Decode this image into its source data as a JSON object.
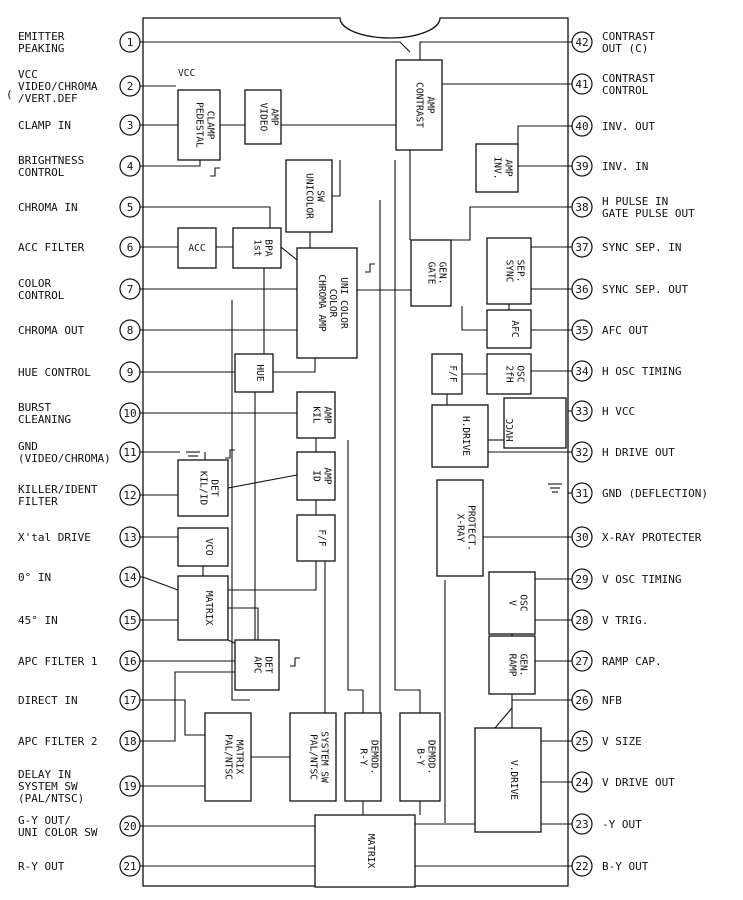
{
  "left_pins": [
    {
      "num": "1",
      "lines": [
        "EMITTER",
        "PEAKING"
      ]
    },
    {
      "num": "2",
      "lines": [
        "VCC",
        "VIDEO/CHROMA",
        "/VERT.DEF"
      ]
    },
    {
      "num": "3",
      "lines": [
        "CLAMP IN"
      ]
    },
    {
      "num": "4",
      "lines": [
        "BRIGHTNESS",
        "CONTROL"
      ]
    },
    {
      "num": "5",
      "lines": [
        "CHROMA IN"
      ]
    },
    {
      "num": "6",
      "lines": [
        "ACC FILTER"
      ]
    },
    {
      "num": "7",
      "lines": [
        "COLOR",
        "CONTROL"
      ]
    },
    {
      "num": "8",
      "lines": [
        "CHROMA OUT"
      ]
    },
    {
      "num": "9",
      "lines": [
        "HUE CONTROL"
      ]
    },
    {
      "num": "10",
      "lines": [
        "BURST",
        "CLEANING"
      ]
    },
    {
      "num": "11",
      "lines": [
        "GND",
        "(VIDEO/CHROMA)"
      ]
    },
    {
      "num": "12",
      "lines": [
        "KILLER/IDENT",
        "FILTER"
      ]
    },
    {
      "num": "13",
      "lines": [
        "X'tal DRIVE"
      ]
    },
    {
      "num": "14",
      "lines": [
        "0° IN"
      ]
    },
    {
      "num": "15",
      "lines": [
        "45° IN"
      ]
    },
    {
      "num": "16",
      "lines": [
        "APC FILTER 1"
      ]
    },
    {
      "num": "17",
      "lines": [
        "DIRECT IN"
      ]
    },
    {
      "num": "18",
      "lines": [
        "APC FILTER 2"
      ]
    },
    {
      "num": "19",
      "lines": [
        "DELAY IN",
        "SYSTEM SW",
        "(PAL/NTSC)"
      ]
    },
    {
      "num": "20",
      "lines": [
        "G-Y OUT/",
        "UNI COLOR SW"
      ]
    },
    {
      "num": "21",
      "lines": [
        "R-Y OUT"
      ]
    }
  ],
  "right_pins": [
    {
      "num": "42",
      "lines": [
        "CONTRAST",
        "OUT (C)"
      ]
    },
    {
      "num": "41",
      "lines": [
        "CONTRAST",
        "CONTROL"
      ]
    },
    {
      "num": "40",
      "lines": [
        "INV. OUT"
      ]
    },
    {
      "num": "39",
      "lines": [
        "INV. IN"
      ]
    },
    {
      "num": "38",
      "lines": [
        "H PULSE IN",
        "GATE PULSE OUT"
      ]
    },
    {
      "num": "37",
      "lines": [
        "SYNC SEP. IN"
      ]
    },
    {
      "num": "36",
      "lines": [
        "SYNC SEP. OUT"
      ]
    },
    {
      "num": "35",
      "lines": [
        "AFC OUT"
      ]
    },
    {
      "num": "34",
      "lines": [
        "H OSC TIMING"
      ]
    },
    {
      "num": "33",
      "lines": [
        "H VCC"
      ]
    },
    {
      "num": "32",
      "lines": [
        "H DRIVE OUT"
      ]
    },
    {
      "num": "31",
      "lines": [
        "GND (DEFLECTION)"
      ]
    },
    {
      "num": "30",
      "lines": [
        "X-RAY PROTECTER"
      ]
    },
    {
      "num": "29",
      "lines": [
        "V OSC TIMING"
      ]
    },
    {
      "num": "28",
      "lines": [
        "V TRIG."
      ]
    },
    {
      "num": "27",
      "lines": [
        "RAMP CAP."
      ]
    },
    {
      "num": "26",
      "lines": [
        "NFB"
      ]
    },
    {
      "num": "25",
      "lines": [
        "V SIZE"
      ]
    },
    {
      "num": "24",
      "lines": [
        "V DRIVE OUT"
      ]
    },
    {
      "num": "23",
      "lines": [
        "-Y OUT"
      ]
    },
    {
      "num": "22",
      "lines": [
        "B-Y OUT"
      ]
    }
  ],
  "blocks": {
    "pedestal_clamp": [
      "PEDESTAL",
      "CLAMP"
    ],
    "video_amp": [
      "VIDEO",
      "AMP"
    ],
    "contrast_amp": [
      "CONTRAST",
      "AMP"
    ],
    "inv_amp": [
      "INV.",
      "AMP"
    ],
    "unicolor_sw": [
      "UNICOLOR",
      "SW"
    ],
    "acc": [
      "ACC"
    ],
    "first_bpa": [
      "1st",
      "BPA"
    ],
    "chroma_amp": [
      "CHROMA AMP",
      "COLOR",
      "UNI COLOR"
    ],
    "gate_gen": [
      "GATE",
      "GEN."
    ],
    "sync_sep": [
      "SYNC",
      "SEP."
    ],
    "afc": [
      "AFC"
    ],
    "ff_h": [
      "F/F"
    ],
    "osc_2fh": [
      "2fH",
      "OSC"
    ],
    "hue": [
      "HUE"
    ],
    "kil_amp": [
      "KIL",
      "AMP"
    ],
    "h_drive": [
      "H.DRIVE"
    ],
    "id_amp": [
      "ID",
      "AMP"
    ],
    "kil_id_det": [
      "KIL/ID",
      "DET"
    ],
    "x_ray_protect": [
      "X-RAY",
      "PROTECT."
    ],
    "vco": [
      "VCO"
    ],
    "ff_c": [
      "F/F"
    ],
    "matrix_upper": [
      "MATRIX"
    ],
    "v_osc": [
      "V",
      "OSC"
    ],
    "apc_det": [
      "APC",
      "DET"
    ],
    "ramp_gen": [
      "RAMP",
      "GEN."
    ],
    "pal_ntsc_matrix": [
      "PAL/NTSC",
      "MATRIX"
    ],
    "pal_ntsc_system_sw": [
      "PAL/NTSC",
      "SYSTEM SW"
    ],
    "ry_demod": [
      "R-Y",
      "DEMOD."
    ],
    "by_demod": [
      "B-Y",
      "DEMOD."
    ],
    "v_drive": [
      "V.DRIVE"
    ],
    "matrix_lower": [
      "MATRIX"
    ]
  },
  "inline_labels": {
    "vcc_pin2": "VCC",
    "hvcc_inner": "HVCC"
  }
}
